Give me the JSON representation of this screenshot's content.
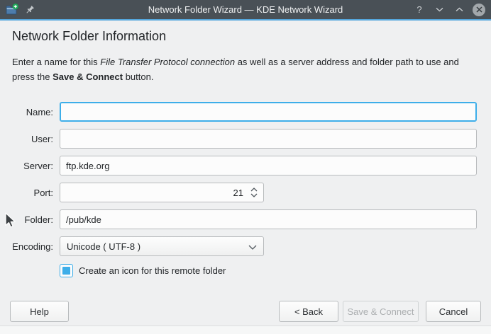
{
  "colors": {
    "accent": "#3daee9",
    "titlebar_bg": "#495056",
    "window_bg": "#eff0f1",
    "focus_border": "#3daee9"
  },
  "window": {
    "title": "Network Folder Wizard — KDE Network Wizard",
    "icons": {
      "app": "folder-new-icon",
      "pin": "pin-icon",
      "help": "?",
      "minimize": "chevron-down-icon",
      "maximize": "chevron-up-icon",
      "close": "circle-x-icon"
    }
  },
  "page": {
    "heading": "Network Folder Information",
    "intro": {
      "part1": "Enter a name for this ",
      "italic": "File Transfer Protocol connection",
      "part2": " as well as a server address and folder path to use and press the ",
      "bold": "Save & Connect",
      "part3": " button."
    }
  },
  "form": {
    "name": {
      "label": "Name:",
      "value": "",
      "focused": true
    },
    "user": {
      "label": "User:",
      "value": ""
    },
    "server": {
      "label": "Server:",
      "value": "ftp.kde.org"
    },
    "port": {
      "label": "Port:",
      "value": "21"
    },
    "folder": {
      "label": "Folder:",
      "value": "/pub/kde"
    },
    "encoding": {
      "label": "Encoding:",
      "value": "Unicode ( UTF-8 )"
    },
    "create_icon_checkbox": {
      "label": "Create an icon for this remote folder",
      "checked": true
    }
  },
  "buttons": {
    "help": "Help",
    "back": "< Back",
    "save_connect": "Save & Connect",
    "save_connect_enabled": false,
    "cancel": "Cancel"
  }
}
